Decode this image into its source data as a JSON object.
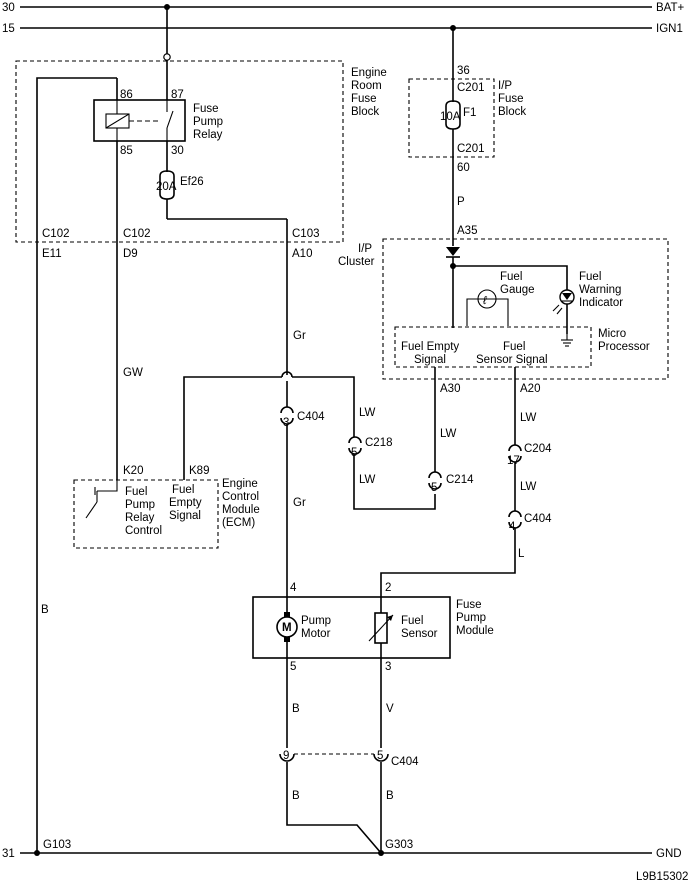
{
  "rails": {
    "bat_num": "30",
    "bat_label": "BAT+",
    "ign_num": "15",
    "ign_label": "IGN1",
    "gnd_num": "31",
    "gnd_label": "GND"
  },
  "engine_fuse_block": {
    "title": [
      "Engine",
      "Room",
      "Fuse",
      "Block"
    ],
    "relay_title": [
      "Fuse",
      "Pump",
      "Relay"
    ],
    "pin86": "86",
    "pin87": "87",
    "pin85": "85",
    "pin30": "30",
    "fuse_rating": "20A",
    "fuse_name": "Ef26",
    "conn_left": "C102",
    "conn_mid": "C102",
    "conn_right": "C103",
    "pin_e11": "E11",
    "pin_d9": "D9",
    "pin_a10": "A10"
  },
  "ip_fuse_block": {
    "title": [
      "I/P",
      "Fuse",
      "Block"
    ],
    "pin_top": "36",
    "conn_top": "C201",
    "fuse_rating": "10A",
    "fuse_name": "F1",
    "conn_bottom": "C201",
    "pin_bottom": "60"
  },
  "ip_cluster": {
    "title": [
      "I/P",
      "Cluster"
    ],
    "pin_a35": "A35",
    "fuel_gauge": [
      "Fuel",
      "Gauge"
    ],
    "warning": [
      "Fuel",
      "Warning",
      "Indicator"
    ],
    "gauge_symbol": "ℓ",
    "micro": [
      "Micro",
      "Processor"
    ],
    "empty_signal": [
      "Fuel Empty",
      "Signal"
    ],
    "sensor_signal": [
      "Fuel",
      "Sensor Signal"
    ],
    "pin_a30": "A30",
    "pin_a20": "A20"
  },
  "ecm": {
    "title": [
      "Engine",
      "Control",
      "Module",
      "(ECM)"
    ],
    "pin_k20": "K20",
    "pin_k89": "K89",
    "relay_control": [
      "Fuel",
      "Pump",
      "Relay",
      "Control"
    ],
    "empty_signal": [
      "Fuel",
      "Empty",
      "Signal"
    ]
  },
  "pump_module": {
    "title": [
      "Fuse",
      "Pump",
      "Module"
    ],
    "pump_motor": [
      "Pump",
      "Motor"
    ],
    "motor_symbol": "M",
    "fuel_sensor": [
      "Fuel",
      "Sensor"
    ],
    "pin4": "4",
    "pin2": "2",
    "pin5": "5",
    "pin3": "3"
  },
  "wire_colors": {
    "gw": "GW",
    "gr_upper": "Gr",
    "gr_lower": "Gr",
    "p": "P",
    "lw_1": "LW",
    "lw_2": "LW",
    "lw_3": "LW",
    "lw_4": "LW",
    "lw_5": "LW",
    "l": "L",
    "b_left": "B",
    "b_motor": "B",
    "v_sensor": "V",
    "b_lower_left": "B",
    "b_lower_right": "B"
  },
  "connectors": {
    "c404_a_pin": "3",
    "c404_a": "C404",
    "c218_pin": "5",
    "c218": "C218",
    "c214_pin": "5",
    "c214": "C214",
    "c204_pin": "17",
    "c204": "C204",
    "c404_b_pin": "4",
    "c404_b": "C404",
    "c404_c_pin1": "9",
    "c404_c_pin2": "5",
    "c404_c": "C404"
  },
  "grounds": {
    "g103": "G103",
    "g303": "G303"
  },
  "figure_id": "L9B15302"
}
